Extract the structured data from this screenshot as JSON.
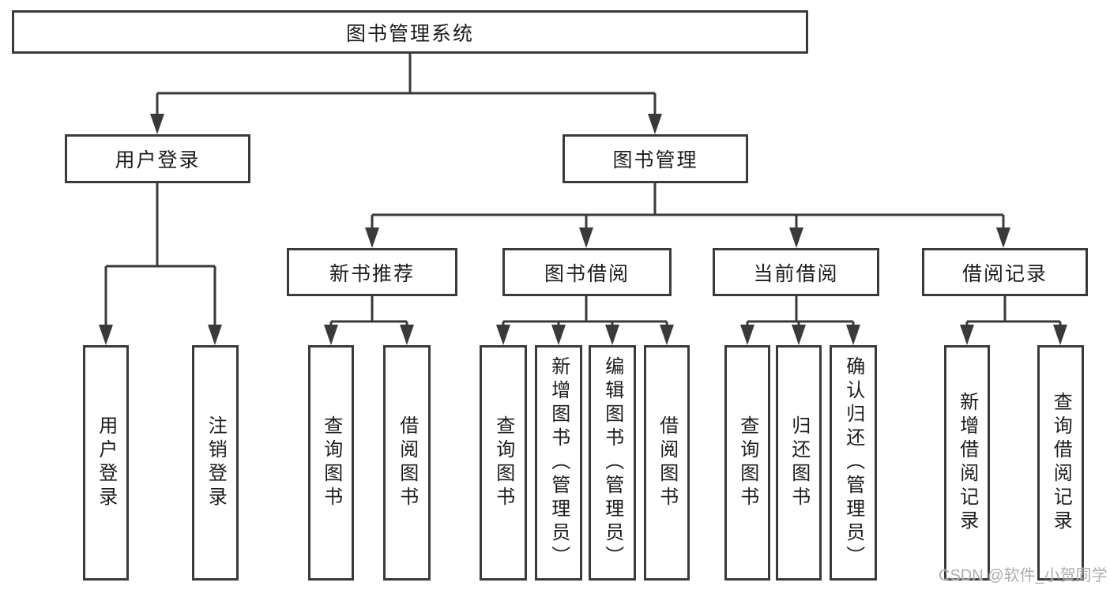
{
  "diagram_title": "图书管理系统",
  "tree": {
    "root": {
      "label": "图书管理系统",
      "children": [
        {
          "label": "用户登录",
          "children": [
            {
              "label": "用户登录"
            },
            {
              "label": "注销登录"
            }
          ]
        },
        {
          "label": "图书管理",
          "children": [
            {
              "label": "新书推荐",
              "children": [
                {
                  "label": "查询图书"
                },
                {
                  "label": "借阅图书"
                }
              ]
            },
            {
              "label": "图书借阅",
              "children": [
                {
                  "label": "查询图书"
                },
                {
                  "label": "新增图书（管理员）"
                },
                {
                  "label": "编辑图书（管理员）"
                },
                {
                  "label": "借阅图书"
                }
              ]
            },
            {
              "label": "当前借阅",
              "children": [
                {
                  "label": "查询图书"
                },
                {
                  "label": "归还图书"
                },
                {
                  "label": "确认归还（管理员）"
                }
              ]
            },
            {
              "label": "借阅记录",
              "children": [
                {
                  "label": "新增借阅记录"
                },
                {
                  "label": "查询借阅记录"
                }
              ]
            }
          ]
        }
      ]
    }
  },
  "watermark": {
    "text": "CSDN @软件_小贺同学"
  },
  "colors": {
    "line": "#3a3a3a",
    "box_border": "#3a3a3a",
    "text": "#1c1c1c",
    "watermark": "#a6a6a6",
    "background": "#ffffff"
  }
}
